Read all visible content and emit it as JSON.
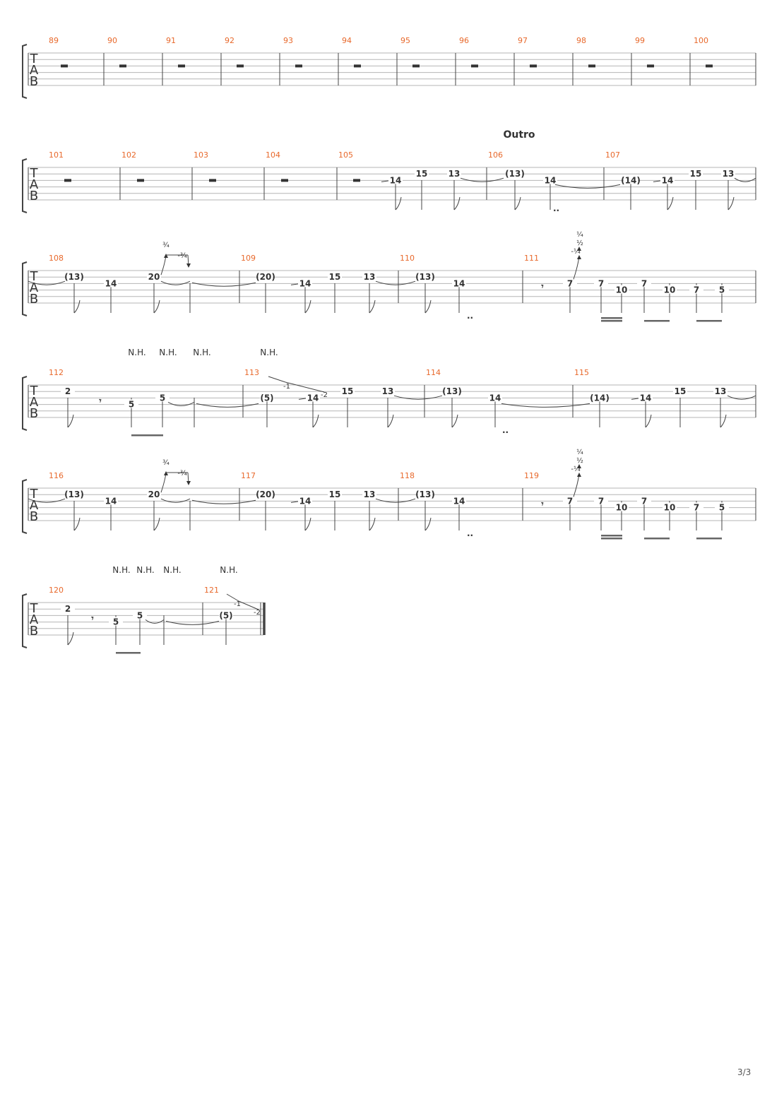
{
  "tab_clef": [
    "T",
    "A",
    "B"
  ],
  "page_number": "3/3",
  "systems": [
    {
      "measures": [
        "89",
        "90",
        "91",
        "92",
        "93",
        "94",
        "95",
        "96",
        "97",
        "98",
        "99",
        "100"
      ],
      "section": "",
      "harmonics": [],
      "frets": []
    },
    {
      "measures": [
        "101",
        "102",
        "103",
        "104",
        "105",
        "106",
        "107"
      ],
      "section": "Outro",
      "harmonics": [],
      "frets": [
        "14",
        "15",
        "13",
        "(13)",
        "14",
        "(14)",
        "14",
        "15",
        "13"
      ]
    },
    {
      "measures": [
        "108",
        "109",
        "110",
        "111"
      ],
      "section": "",
      "harmonics": [],
      "frets": [
        "(13)",
        "14",
        "20",
        "(20)",
        "14",
        "15",
        "13",
        "(13)",
        "14",
        "7",
        "7",
        "10",
        "7",
        "10",
        "7",
        "5"
      ],
      "bends": [
        "¾",
        "-¾",
        "¼",
        "½",
        "-¼"
      ]
    },
    {
      "measures": [
        "112",
        "113",
        "114",
        "115"
      ],
      "section": "",
      "harmonics": [
        "N.H.",
        "N.H.",
        "N.H.",
        "N.H."
      ],
      "frets": [
        "2",
        "5",
        "5",
        "(5)",
        "14",
        "15",
        "13",
        "(13)",
        "14",
        "(14)",
        "14",
        "15",
        "13"
      ],
      "bends": [
        "-1",
        "-2"
      ]
    },
    {
      "measures": [
        "116",
        "117",
        "118",
        "119"
      ],
      "section": "",
      "harmonics": [],
      "frets": [
        "(13)",
        "14",
        "20",
        "(20)",
        "14",
        "15",
        "13",
        "(13)",
        "14",
        "7",
        "7",
        "10",
        "7",
        "10",
        "7",
        "5"
      ],
      "bends": [
        "¾",
        "-¾",
        "¼",
        "½",
        "-¼"
      ]
    },
    {
      "measures": [
        "120",
        "121"
      ],
      "section": "",
      "harmonics": [
        "N.H.",
        "N.H.",
        "N.H.",
        "N.H."
      ],
      "frets": [
        "2",
        "5",
        "5",
        "(5)"
      ],
      "bends": [
        "-1",
        "-2"
      ]
    }
  ]
}
